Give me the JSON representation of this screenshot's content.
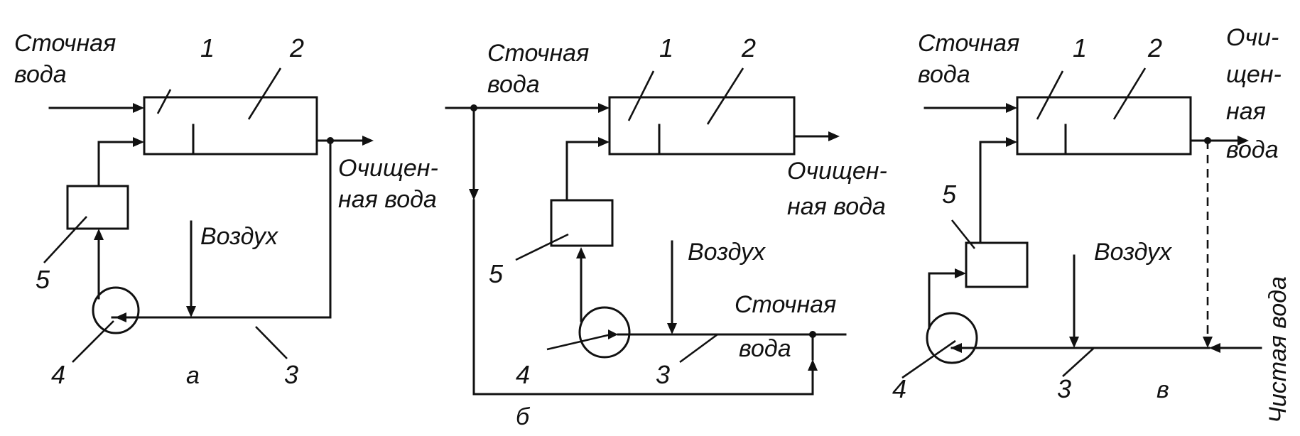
{
  "diagram_a": {
    "inflow_line1": "Сточная",
    "inflow_line2": "вода",
    "outflow_line1": "Очищен-",
    "outflow_line2": "ная вода",
    "air_label": "Воздух",
    "label_1": "1",
    "label_2": "2",
    "label_3": "3",
    "label_4": "4",
    "label_5": "5",
    "caption": "а"
  },
  "diagram_b": {
    "inflow_line1": "Сточная",
    "inflow_line2": "вода",
    "outflow_line1": "Очищен-",
    "outflow_line2": "ная вода",
    "air_label": "Воздух",
    "second_inflow_line1": "Сточная",
    "second_inflow_line2": "вода",
    "label_1": "1",
    "label_2": "2",
    "label_3": "3",
    "label_4": "4",
    "label_5": "5",
    "caption": "б"
  },
  "diagram_c": {
    "inflow_line1": "Сточная",
    "inflow_line2": "вода",
    "outflow_line1": "Очи-",
    "outflow_line2": "щен-",
    "outflow_line3": "ная",
    "outflow_line4": "вода",
    "air_label": "Воздух",
    "clean_water_label": "Чистая вода",
    "label_1": "1",
    "label_2": "2",
    "label_3": "3",
    "label_4": "4",
    "label_5": "5",
    "caption": "в"
  }
}
